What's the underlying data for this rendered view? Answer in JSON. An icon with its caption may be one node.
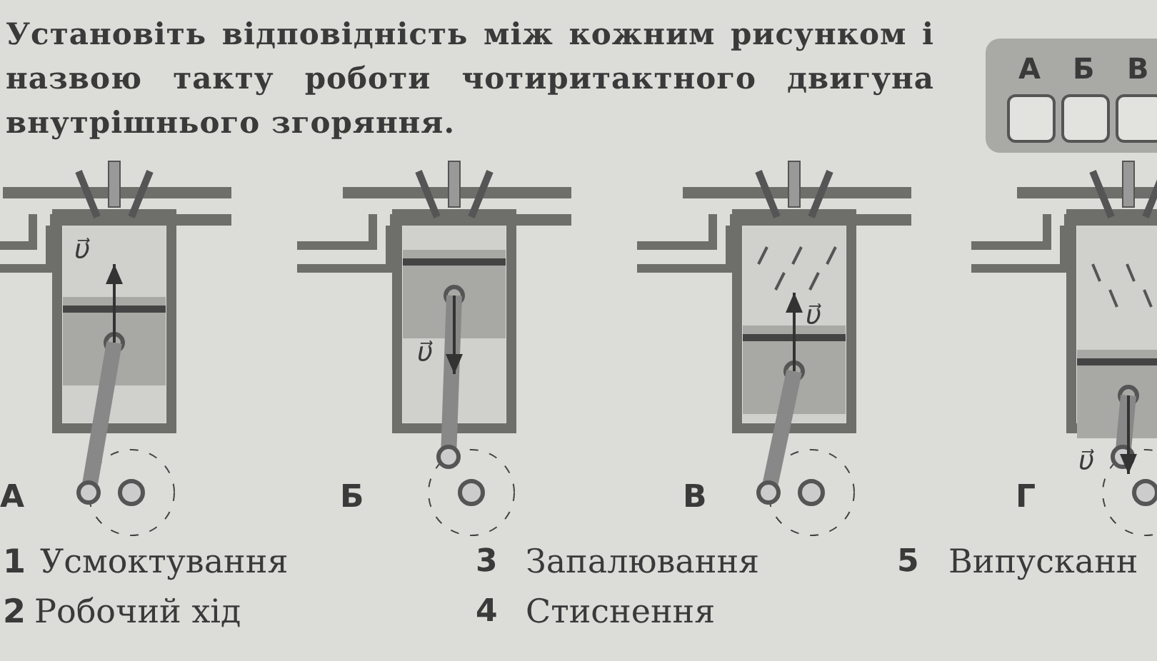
{
  "diagram": {
    "title": "Установіть відповідність між кожним рисунком і назвою такту роботи чотиритактного двигуна внутрішнього згоряння.",
    "labels": [
      "А",
      "Б",
      "В",
      "υ⃗",
      "υ⃗",
      "υ⃗",
      "υ⃗",
      "А",
      "Б",
      "В",
      "Г",
      "1",
      "Усмоктування",
      "3",
      "Запалювання",
      "5",
      "Випусканн",
      "2",
      "Робочий хід",
      "4",
      "Стиснення"
    ]
  }
}
